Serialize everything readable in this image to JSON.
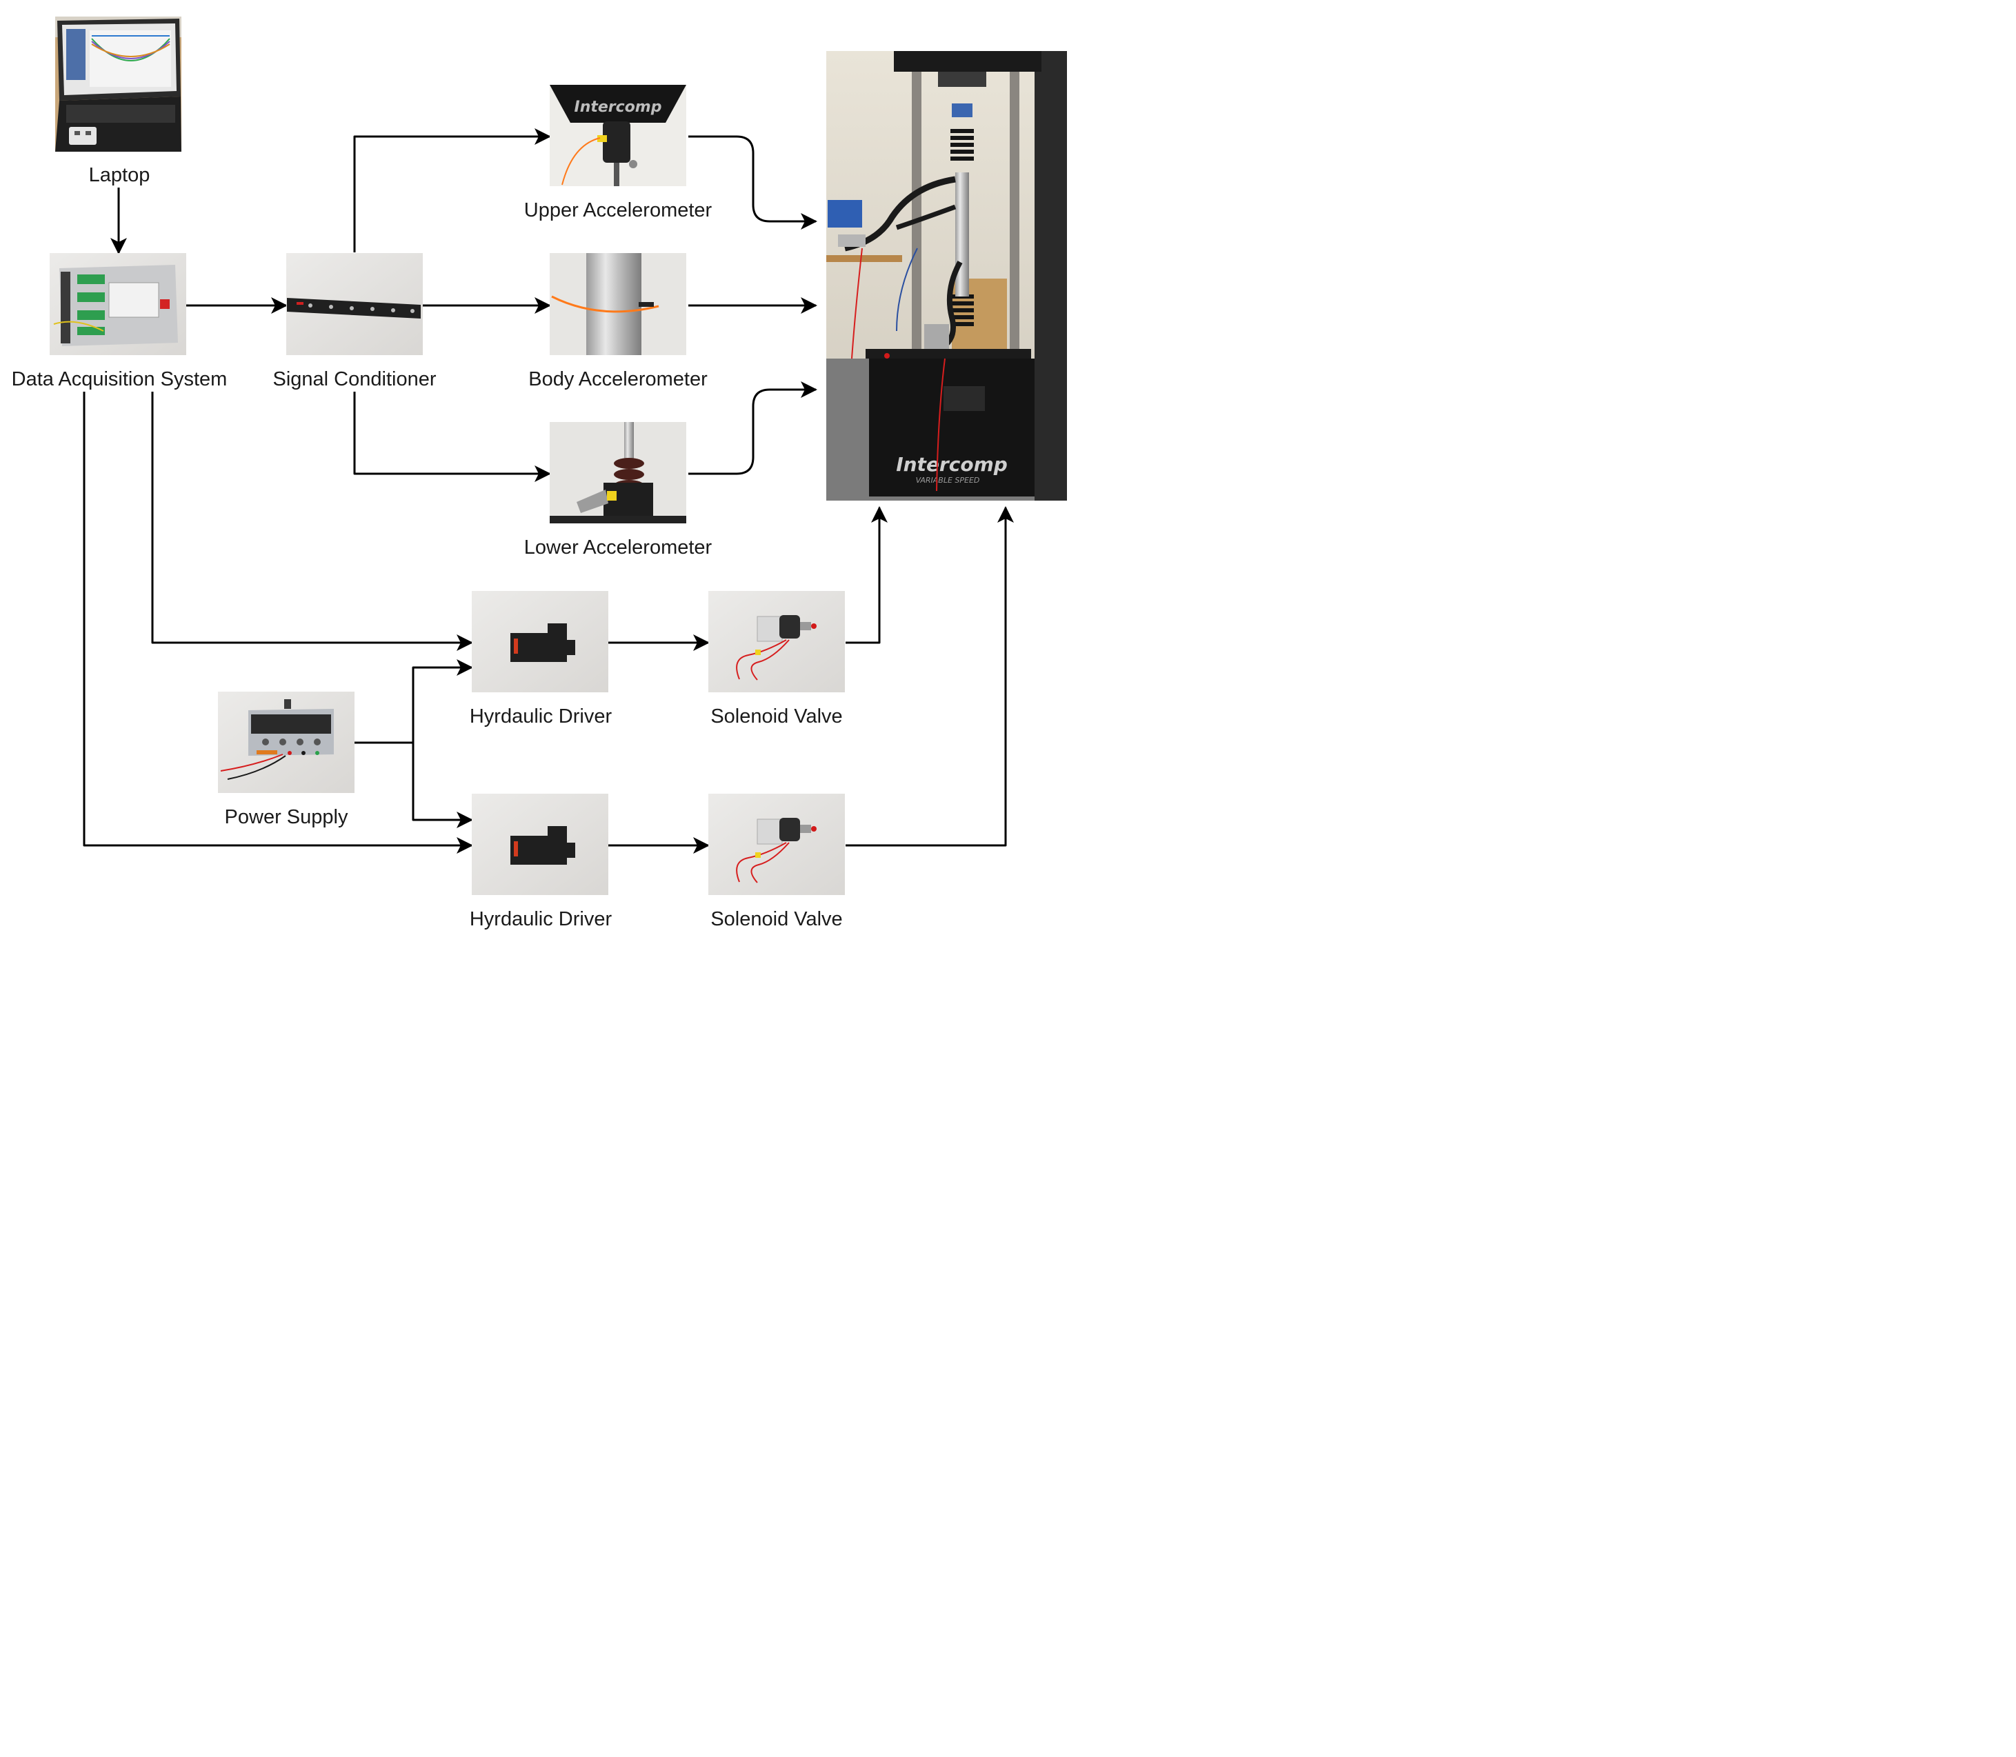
{
  "nodes": {
    "laptop": {
      "label": "Laptop"
    },
    "daq": {
      "label": "Data Acquisition System"
    },
    "signal_conditioner": {
      "label": "Signal Conditioner"
    },
    "upper_accel": {
      "label": "Upper Accelerometer",
      "brand": "Intercomp"
    },
    "body_accel": {
      "label": "Body Accelerometer"
    },
    "lower_accel": {
      "label": "Lower Accelerometer"
    },
    "test_rig": {
      "brand": "Intercomp",
      "subtitle": "VARIABLE SPEED"
    },
    "hyd_driver_1": {
      "label": "Hyrdaulic Driver"
    },
    "solenoid_1": {
      "label": "Solenoid Valve"
    },
    "power_supply": {
      "label": "Power Supply"
    },
    "hyd_driver_2": {
      "label": "Hyrdaulic Driver"
    },
    "solenoid_2": {
      "label": "Solenoid Valve"
    }
  },
  "colors": {
    "line": "#000000",
    "label": "#1a1a1a",
    "photo_wall": "#e9e8e6",
    "rig_body": "#141414",
    "cable": "#ff7a1a",
    "wire_red": "#d61e1e"
  }
}
